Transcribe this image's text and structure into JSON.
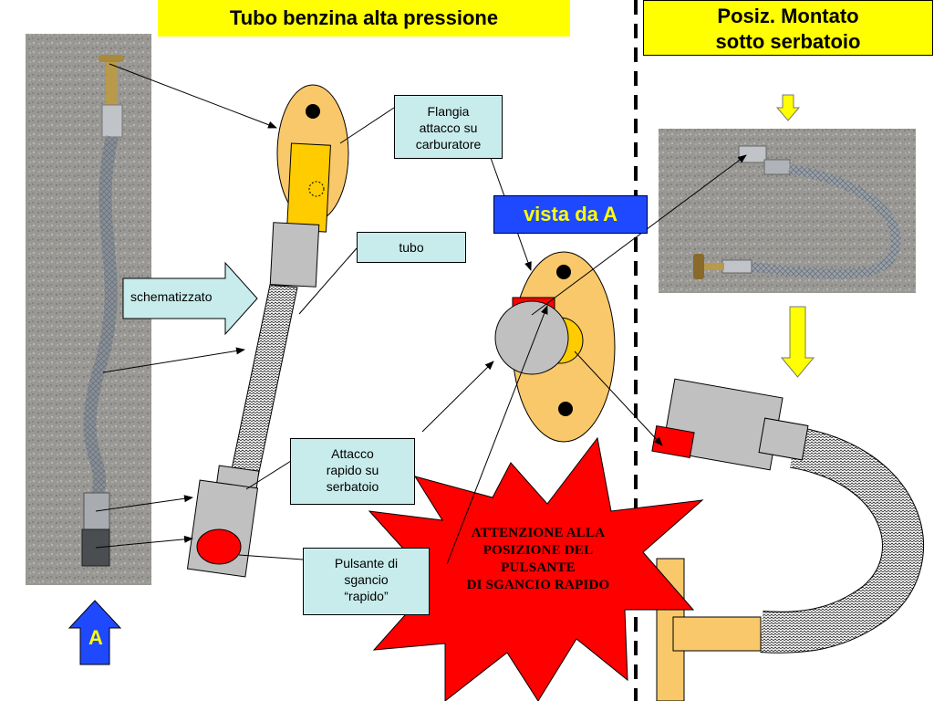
{
  "titles": {
    "main": "Tubo benzina alta pressione",
    "mounted_line1": "Posiz. Montato",
    "mounted_line2": "sotto serbatoio"
  },
  "callouts": {
    "flangia": [
      "Flangia",
      "attacco su",
      "carburatore"
    ],
    "tubo": "tubo",
    "attacco": [
      "Attacco",
      "rapido su",
      "serbatoio"
    ],
    "pulsante": [
      "Pulsante di",
      "sgancio",
      "“rapido”"
    ]
  },
  "labels": {
    "vista": "vista da A",
    "schematizzato": "schematizzato",
    "arrow_a": "A"
  },
  "warning": {
    "line1": "ATTENZIONE ALLA",
    "line2": "POSIZIONE DEL",
    "line3": "PULSANTE",
    "line4": "DI SGANCIO RAPIDO"
  },
  "colors": {
    "title_bg": "#ffff00",
    "callout_bg": "#c8ecec",
    "flange": "#f9c86a",
    "fitting": "#ffcc00",
    "release_button": "#ff0000",
    "vista_bg": "#1f49ff",
    "warning_burst": "#ff0000"
  },
  "icons": [
    "arrow-up-icon",
    "arrow-right-icon",
    "arrow-down-icon"
  ]
}
